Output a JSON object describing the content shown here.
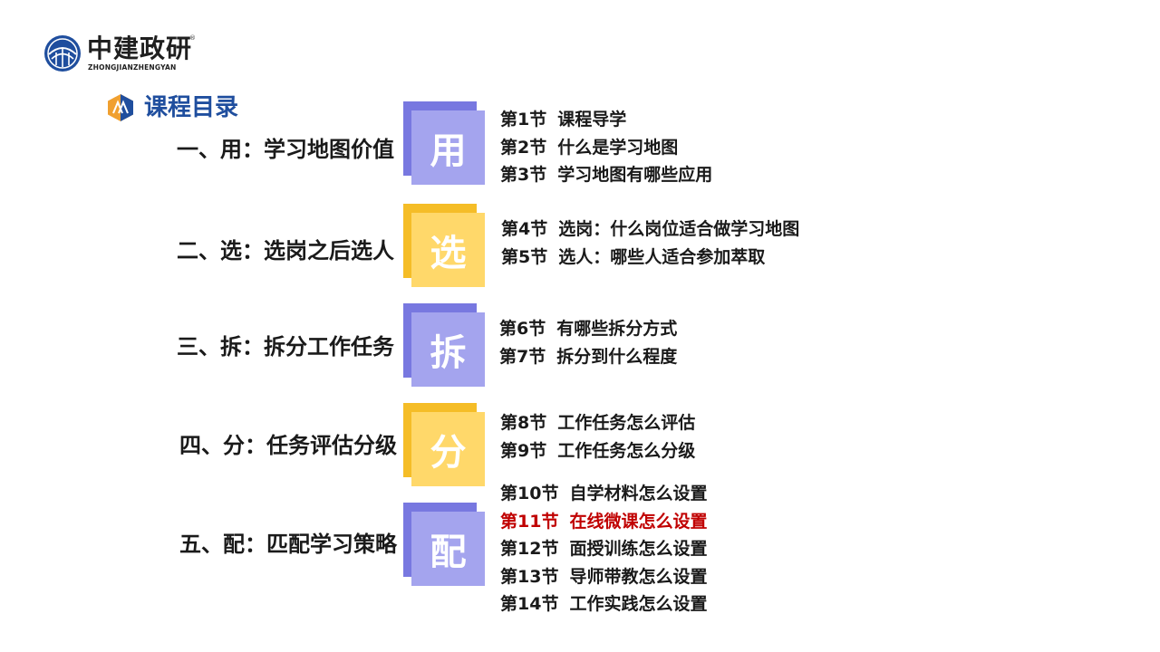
{
  "logo": {
    "name": "中建政研",
    "registered": "®",
    "subtitle": "ZHONGJIANZHENGYAN"
  },
  "heading": "课程目录",
  "colors": {
    "heading": "#1f4e9e",
    "purple_back": "#7878e0",
    "purple_front": "#a4a4ee",
    "yellow_back": "#f5bd27",
    "yellow_front": "#ffd86a",
    "highlight": "#c00000"
  },
  "sections": [
    {
      "title": "一、用：学习地图价值",
      "char": "用",
      "color": "purple",
      "lessons": [
        {
          "num": "第1节",
          "text": "课程导学"
        },
        {
          "num": "第2节",
          "text": "什么是学习地图"
        },
        {
          "num": "第3节",
          "text": "学习地图有哪些应用"
        }
      ]
    },
    {
      "title": "二、选：选岗之后选人",
      "char": "选",
      "color": "yellow",
      "lessons": [
        {
          "num": "第4节",
          "text": "选岗：什么岗位适合做学习地图"
        },
        {
          "num": "第5节",
          "text": "选人：哪些人适合参加萃取"
        }
      ]
    },
    {
      "title": "三、拆：拆分工作任务",
      "char": "拆",
      "color": "purple",
      "lessons": [
        {
          "num": "第6节",
          "text": "有哪些拆分方式"
        },
        {
          "num": "第7节",
          "text": "拆分到什么程度"
        }
      ]
    },
    {
      "title": "四、分：任务评估分级",
      "char": "分",
      "color": "yellow",
      "lessons": [
        {
          "num": "第8节",
          "text": "工作任务怎么评估"
        },
        {
          "num": "第9节",
          "text": "工作任务怎么分级"
        }
      ]
    },
    {
      "title": "五、配：匹配学习策略",
      "char": "配",
      "color": "purple",
      "lessons": [
        {
          "num": "第10节",
          "text": "自学材料怎么设置"
        },
        {
          "num": "第11节",
          "text": "在线微课怎么设置",
          "highlight": true
        },
        {
          "num": "第12节",
          "text": "面授训练怎么设置"
        },
        {
          "num": "第13节",
          "text": "导师带教怎么设置"
        },
        {
          "num": "第14节",
          "text": "工作实践怎么设置"
        }
      ]
    }
  ]
}
